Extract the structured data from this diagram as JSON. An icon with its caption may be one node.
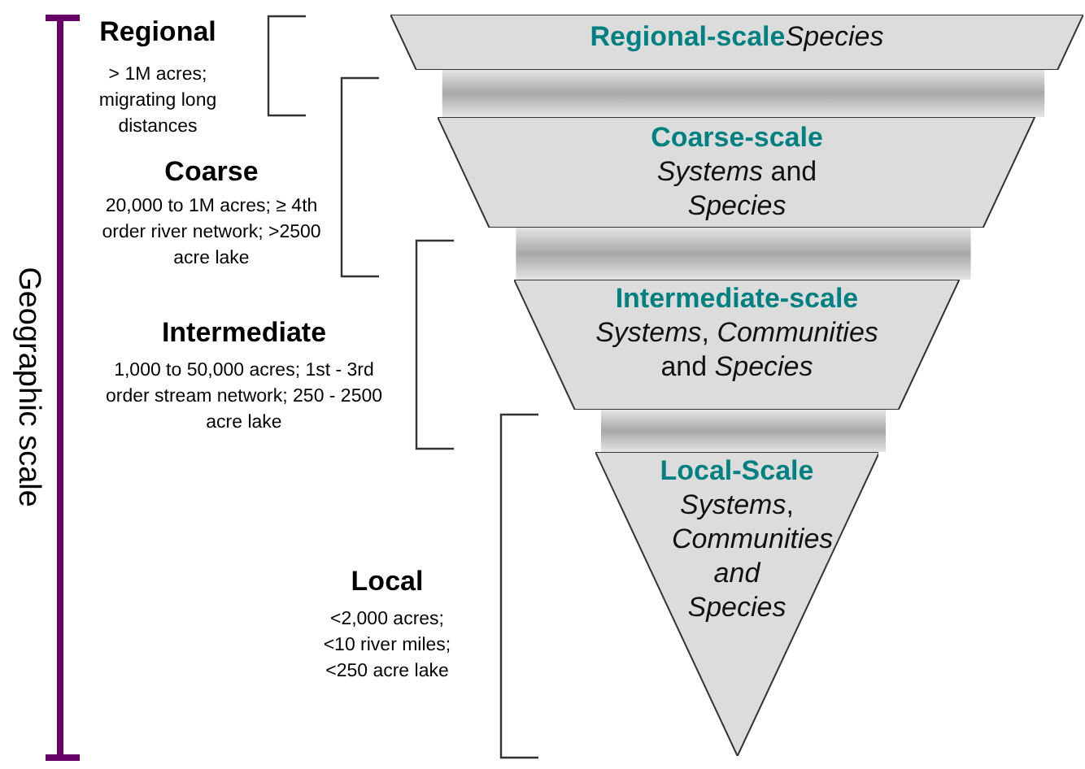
{
  "diagram": {
    "nodes": [
      {
        "text": [
          "Regional-scale",
          "*Species*"
        ]
      },
      {
        "text": [],
        "shape": "bar"
      },
      {
        "text": [
          "Coarse-scale",
          "*Systems* and *Species*"
        ]
      },
      {
        "text": [],
        "shape": "bar"
      },
      {
        "text": [
          "Intermediate-scale",
          "*Systems*, *Communities* and *Species*"
        ]
      },
      {
        "text": [],
        "shape": "bar"
      },
      {
        "text": [
          "Local-Scale",
          "*Systems*, *Communities and Species*"
        ]
      }
    ],
    "edges": [],
    "labels": [
      "Geographic scale",
      "Regional",
      "> 1M acres; migrating long distances",
      "Coarse",
      "20,000 to 1M acres; ≥ 4th order river network; >2500 acre lake",
      "Intermediate",
      "1,000 to 50,000 acres; 1st - 3rd order stream network; 250 - 2500 acre lake",
      "Local",
      "<2,000 acres; <10 river miles; <250 acre lake"
    ]
  }
}
